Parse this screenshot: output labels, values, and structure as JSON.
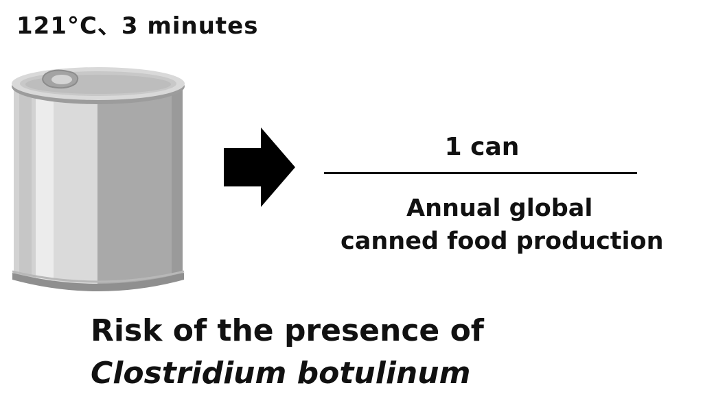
{
  "condition": "121°C、3 minutes",
  "fraction": {
    "numerator": "1 can",
    "denominator_line1": "Annual global",
    "denominator_line2": "canned food production"
  },
  "risk": {
    "line1": "Risk of the presence of",
    "organism": "Clostridium botulinum"
  },
  "colors": {
    "text": "#111111",
    "can_body_light": "#d4d4d4",
    "can_body_dark": "#a8a8a8",
    "can_rim": "#9b9b9b",
    "arrow": "#000000"
  },
  "icons": [
    "tin-can-icon",
    "right-arrow-icon"
  ]
}
